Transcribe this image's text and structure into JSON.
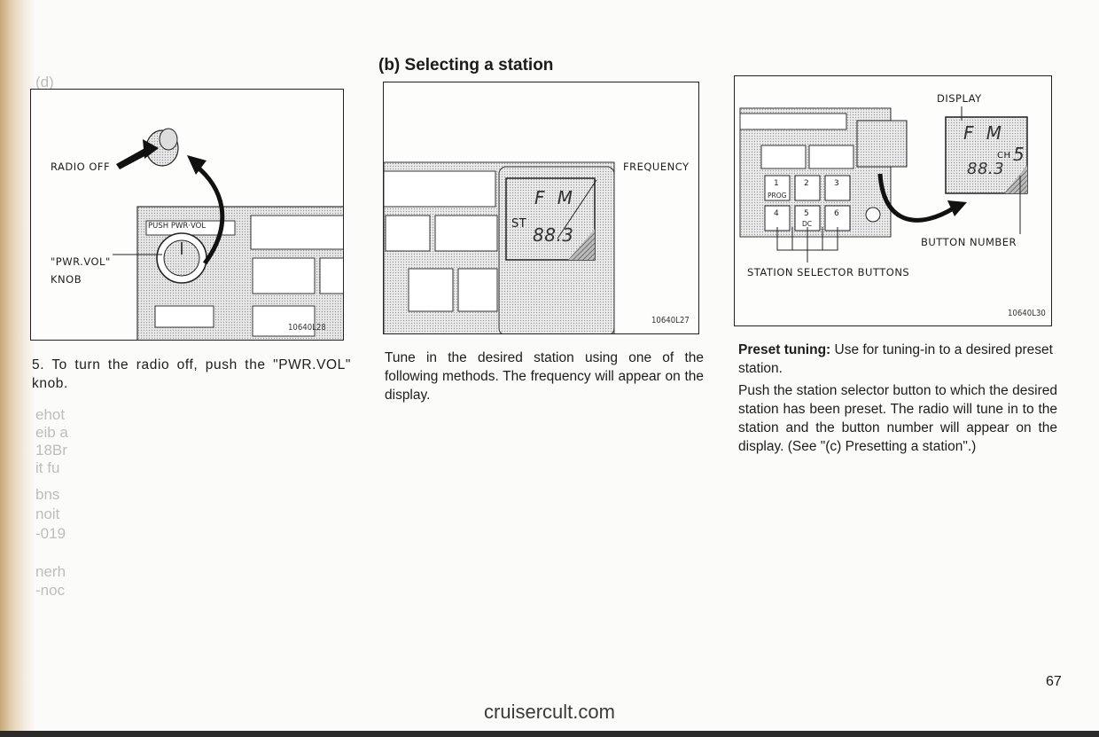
{
  "section": {
    "title": "(b) Selecting a station"
  },
  "figures": {
    "fig1": {
      "radio_off": "RADIO OFF",
      "pwr_vol_label": "\"PWR.VOL\"",
      "knob_label": "KNOB",
      "knob_badge": "PUSH PWR·VOL",
      "code": "10640L28"
    },
    "fig2": {
      "frequency": "FREQUENCY",
      "display_fm": "F  M",
      "display_st": "ST",
      "display_digits": "88.3",
      "code": "10640L27"
    },
    "fig3": {
      "display": "DISPLAY",
      "display_fm": "F  M",
      "display_ch": "CH",
      "display_ch_num": "5",
      "display_digits": "88.3",
      "button_number": "BUTTON NUMBER",
      "station_selector": "STATION SELECTOR BUTTONS",
      "buttons": [
        "1",
        "2",
        "3",
        "4",
        "5",
        "6"
      ],
      "prog": "PROG",
      "dc": "DC",
      "code": "10640L30"
    }
  },
  "text": {
    "step5": "5.  To turn the radio off, push the \"PWR.VOL\" knob.",
    "tune_in": "Tune in the desired station using one of the following methods. The frequency will appear on the display.",
    "preset_heading": "Preset tuning:",
    "preset_body": " Use for tuning-in to a desired preset station.",
    "push_para": "Push the station selector button to which the desired station has been preset. The radio will tune in to the station and the button number will appear on the display. (See \"(c) Presetting a station\".)"
  },
  "ghost_text": [
    "(d)",
    "ehot",
    "eib a",
    "18Br",
    "it fu",
    "bns",
    "noit",
    "-019",
    "nerh",
    "-noc"
  ],
  "page_number": "67",
  "watermark": "cruisercult.com"
}
